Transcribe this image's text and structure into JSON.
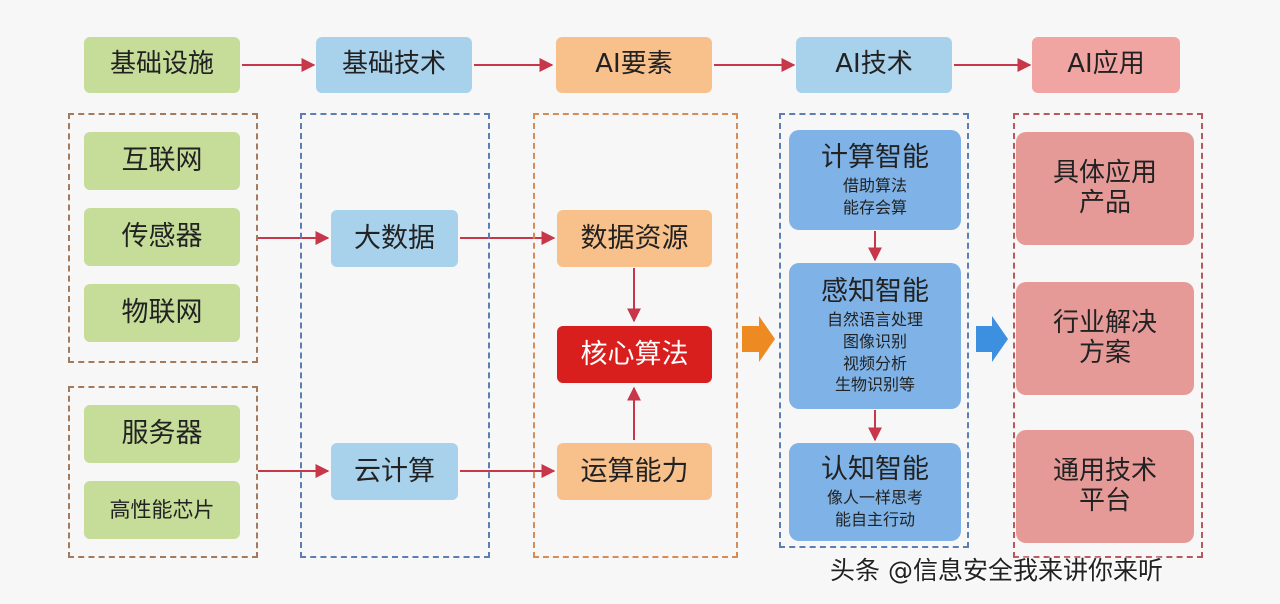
{
  "headers": {
    "infrastructure": "基础设施",
    "base_tech": "基础技术",
    "ai_elements": "AI要素",
    "ai_tech": "AI技术",
    "ai_apps": "AI应用"
  },
  "infrastructure": {
    "group1": [
      "互联网",
      "传感器",
      "物联网"
    ],
    "group2": [
      "服务器",
      "高性能芯片"
    ]
  },
  "base_tech": {
    "big_data": "大数据",
    "cloud": "云计算"
  },
  "ai_elements": {
    "data_resources": "数据资源",
    "core_algorithm": "核心算法",
    "computing_power": "运算能力"
  },
  "ai_tech": {
    "computing": {
      "title": "计算智能",
      "lines": [
        "借助算法",
        "能存会算"
      ]
    },
    "perception": {
      "title": "感知智能",
      "lines": [
        "自然语言处理",
        "图像识别",
        "视频分析",
        "生物识别等"
      ]
    },
    "cognition": {
      "title": "认知智能",
      "lines": [
        "像人一样思考",
        "能自主行动"
      ]
    }
  },
  "ai_apps": {
    "products": "具体应用\n产品",
    "solutions": "行业解决\n方案",
    "platform": "通用技术\n平台"
  },
  "watermark": "头条 @信息安全我来讲你来听",
  "colors": {
    "arrow_red": "#c8364a",
    "arrow_orange": "#ee8a22",
    "arrow_blue": "#3d8fe0"
  }
}
